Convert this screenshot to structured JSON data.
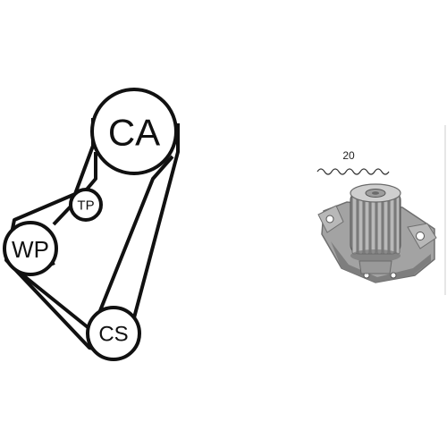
{
  "belt_diagram": {
    "pulleys": {
      "camshaft": {
        "label": "CA"
      },
      "tensioner": {
        "label": "TP"
      },
      "water_pump": {
        "label": "WP"
      },
      "crankshaft": {
        "label": "CS"
      }
    }
  },
  "water_pump_image": {
    "teeth_count": "20"
  },
  "colors": {
    "line": "#111111",
    "pump_body": "#9a9a9a",
    "pump_dark": "#6f6f6f",
    "pump_light": "#c9c9c9"
  }
}
